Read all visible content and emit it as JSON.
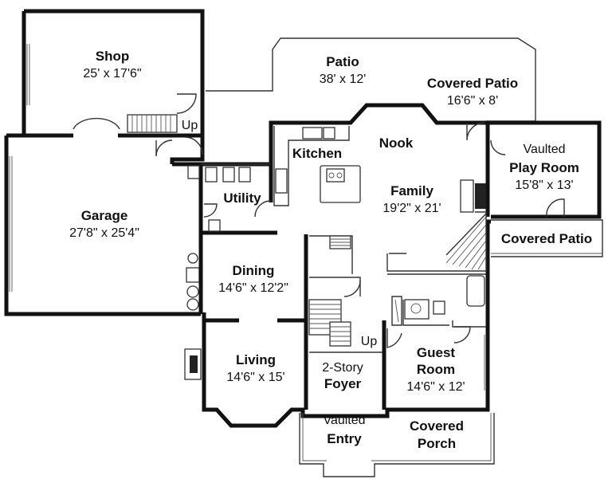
{
  "rooms": {
    "shop": {
      "name": "Shop",
      "dims": "25' x 17'6\""
    },
    "patio": {
      "name": "Patio",
      "dims": "38' x 12'"
    },
    "covered_patio_top": {
      "name": "Covered Patio",
      "dims": "16'6\" x 8'"
    },
    "kitchen": {
      "name": "Kitchen"
    },
    "nook": {
      "name": "Nook"
    },
    "play_room": {
      "prefix": "Vaulted",
      "name": "Play Room",
      "dims": "15'8\" x 13'"
    },
    "garage": {
      "name": "Garage",
      "dims": "27'8\" x 25'4\""
    },
    "utility": {
      "name": "Utility"
    },
    "family": {
      "name": "Family",
      "dims": "19'2\" x 21'"
    },
    "covered_patio_side": {
      "name": "Covered Patio"
    },
    "dining": {
      "name": "Dining",
      "dims": "14'6\" x 12'2\""
    },
    "living": {
      "name": "Living",
      "dims": "14'6\" x 15'"
    },
    "foyer": {
      "prefix": "2-Story",
      "name": "Foyer"
    },
    "guest_room": {
      "name": "Guest",
      "name2": "Room",
      "dims": "14'6\" x 12'"
    },
    "entry": {
      "prefix": "Vaulted",
      "name": "Entry"
    },
    "covered_porch": {
      "name": "Covered",
      "name2": "Porch"
    }
  },
  "stairs": {
    "shop_up": "Up",
    "foyer_up": "Up"
  }
}
